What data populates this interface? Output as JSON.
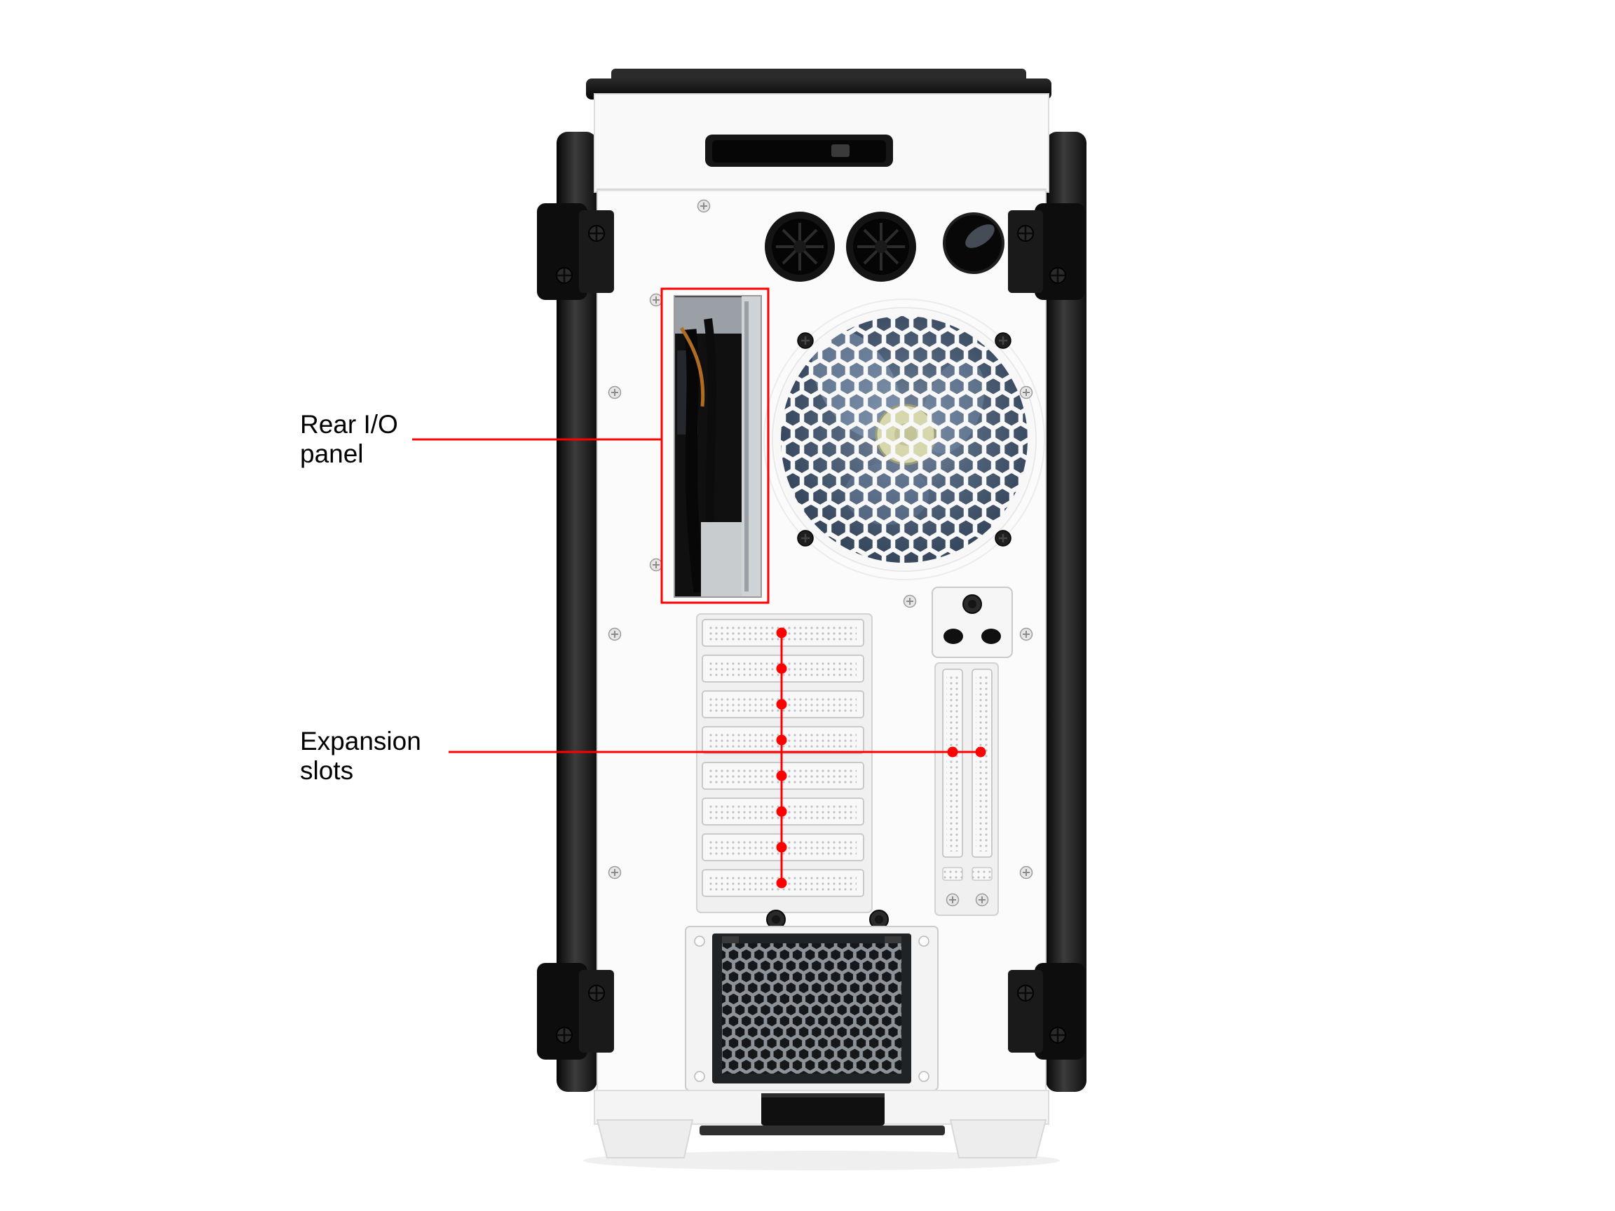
{
  "annotations": {
    "rear_io": {
      "line1": "Rear I/O",
      "line2": "panel"
    },
    "expansion_slots": {
      "line1": "Expansion",
      "line2": "slots"
    }
  },
  "colors": {
    "annotation_red": "#ff0000",
    "case_white": "#fbfbfb",
    "glass_black": "#141414",
    "fan_tint_blue": "#45556a",
    "mesh_gray": "#8d9298"
  },
  "counts": {
    "horizontal_expansion_slots": 8,
    "vertical_expansion_slots": 2,
    "cable_grommets": 2,
    "top_vent_holes": 3
  }
}
